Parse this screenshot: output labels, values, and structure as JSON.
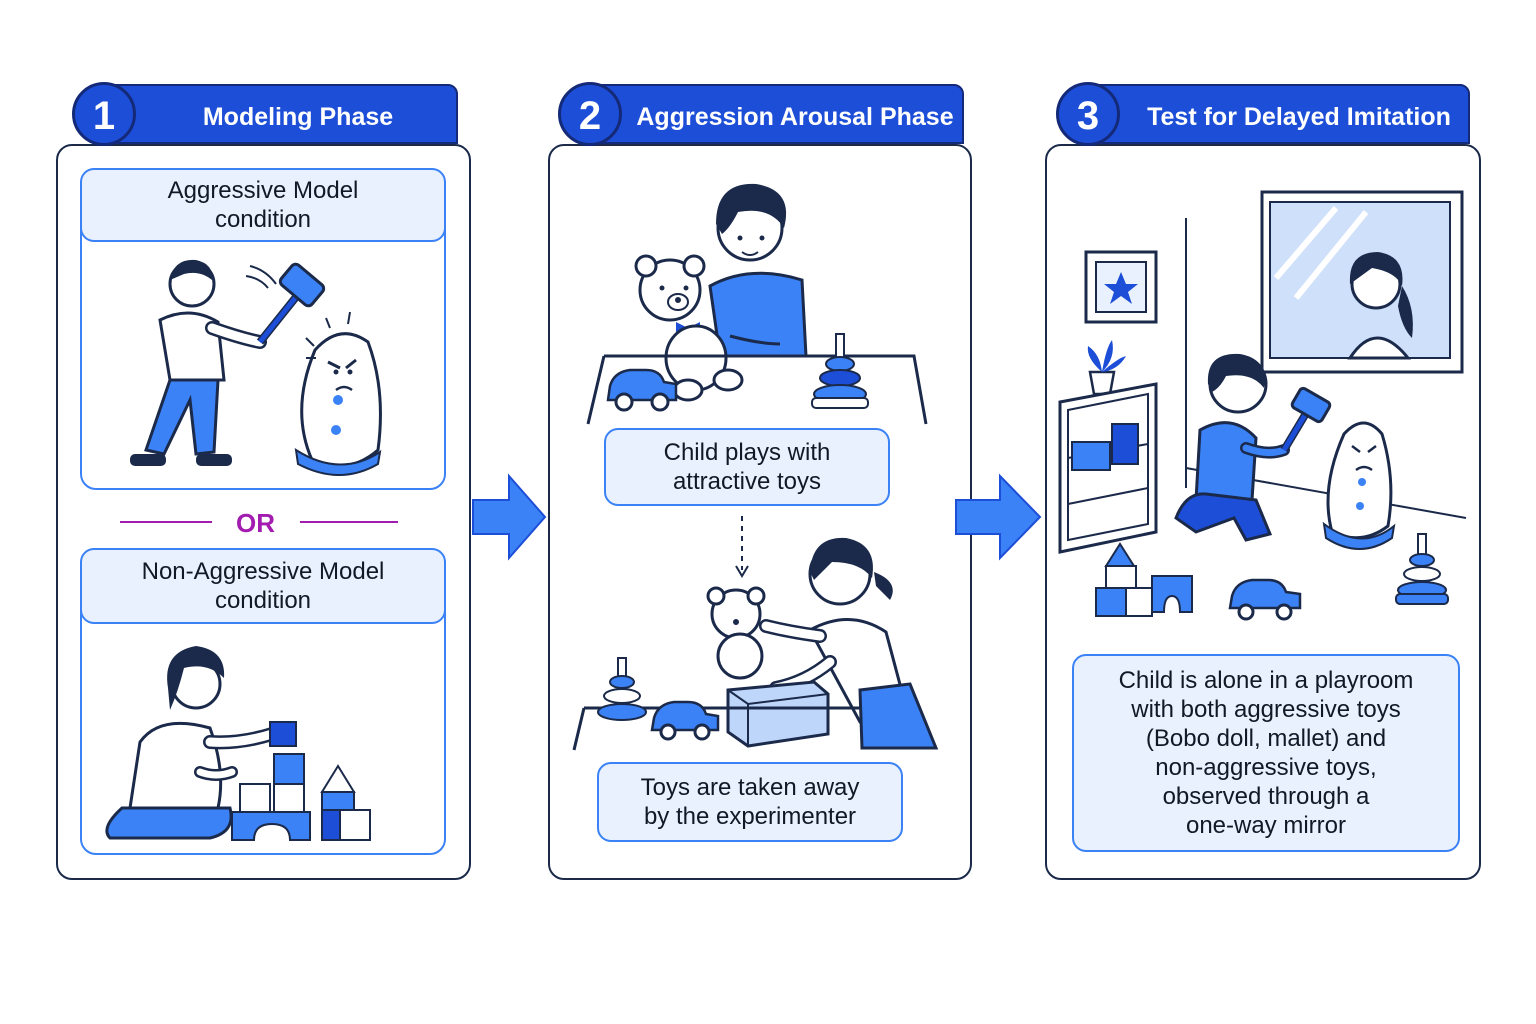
{
  "phases": [
    {
      "number": "1",
      "title": "Modeling Phase",
      "aggressive_caption": "Aggressive Model\ncondition",
      "or_label": "OR",
      "nonaggressive_caption": "Non-Aggressive Model\ncondition"
    },
    {
      "number": "2",
      "title": "Aggression Arousal Phase",
      "play_caption": "Child plays with\nattractive toys",
      "takeaway_caption": "Toys are taken away\nby the experimenter"
    },
    {
      "number": "3",
      "title": "Test for Delayed Imitation",
      "description": "Child is alone in a playroom\nwith both aggressive toys\n(Bobo doll, mallet) and\nnon-aggressive toys,\nobserved through a\none-way mirror"
    }
  ],
  "colors": {
    "primary": "#1d4ed8",
    "accent": "#3b82f6",
    "caption_bg": "#e8f1fd",
    "or": "#a21caf"
  }
}
